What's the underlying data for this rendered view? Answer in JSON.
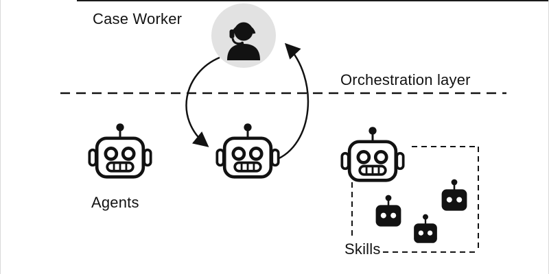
{
  "diagram": {
    "case_worker_label": "Case Worker",
    "orchestration_label": "Orchestration layer",
    "agents_label": "Agents",
    "skills_label": "Skills",
    "icons": {
      "case_worker": "person-headset-icon",
      "agent": "robot-outline-icon",
      "skill": "robot-filled-icon",
      "arrows": "cycle-arrows"
    },
    "counts": {
      "agent_robots": 3,
      "skill_robots": 3
    },
    "colors": {
      "ink": "#121212",
      "case_worker_circle_bg": "#e2e2e2",
      "background": "#ffffff"
    }
  }
}
